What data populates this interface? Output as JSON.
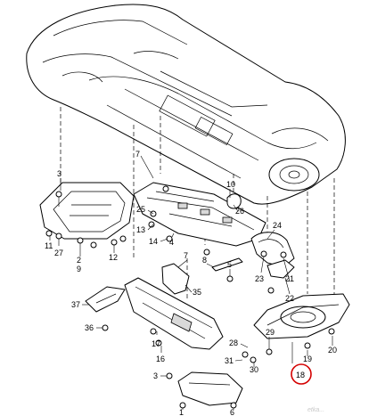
{
  "diagram": {
    "callouts": [
      {
        "id": "c3a",
        "text": "3"
      },
      {
        "id": "c7",
        "text": "7"
      },
      {
        "id": "c10",
        "text": "10"
      },
      {
        "id": "c25",
        "text": "25"
      },
      {
        "id": "c13",
        "text": "13"
      },
      {
        "id": "c26",
        "text": "26"
      },
      {
        "id": "c24",
        "text": "24"
      },
      {
        "id": "c11",
        "text": "11"
      },
      {
        "id": "c27",
        "text": "27"
      },
      {
        "id": "c2",
        "text": "2"
      },
      {
        "id": "c9",
        "text": "9"
      },
      {
        "id": "c14",
        "text": "14"
      },
      {
        "id": "c4",
        "text": "4"
      },
      {
        "id": "c12",
        "text": "12"
      },
      {
        "id": "c7b",
        "text": "7"
      },
      {
        "id": "c8",
        "text": "8"
      },
      {
        "id": "c5",
        "text": "5"
      },
      {
        "id": "c23",
        "text": "23"
      },
      {
        "id": "c21",
        "text": "21"
      },
      {
        "id": "c22",
        "text": "22"
      },
      {
        "id": "c37",
        "text": "37"
      },
      {
        "id": "c35",
        "text": "35"
      },
      {
        "id": "c36",
        "text": "36"
      },
      {
        "id": "c17",
        "text": "17"
      },
      {
        "id": "c16",
        "text": "16"
      },
      {
        "id": "c28",
        "text": "28"
      },
      {
        "id": "c29",
        "text": "29"
      },
      {
        "id": "c31",
        "text": "31"
      },
      {
        "id": "c30",
        "text": "30"
      },
      {
        "id": "c19",
        "text": "19"
      },
      {
        "id": "c20",
        "text": "20"
      },
      {
        "id": "c18",
        "text": "18"
      },
      {
        "id": "c3b",
        "text": "3"
      },
      {
        "id": "c1",
        "text": "1"
      },
      {
        "id": "c6",
        "text": "6"
      }
    ],
    "highlighted_callout": "18",
    "highlight_color": "#d40000",
    "watermark": "etka..."
  }
}
